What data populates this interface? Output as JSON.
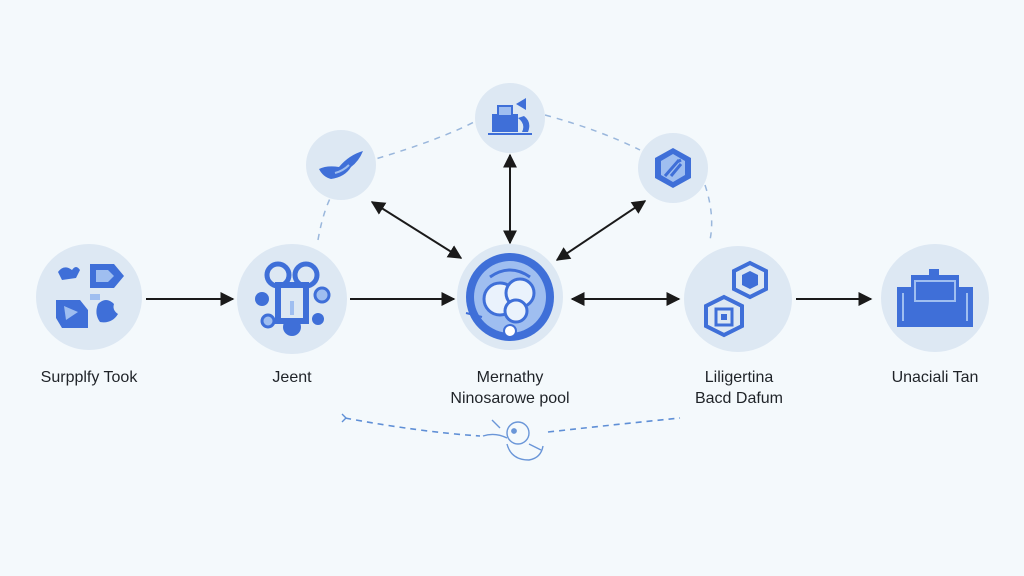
{
  "colors": {
    "background": "#f4f9fc",
    "node_fill": "#dde8f3",
    "icon_blue": "#3f6fd8",
    "icon_light": "#9fbef0",
    "arrow": "#1a1a1a",
    "dashed": "#9ab7dc"
  },
  "nodes": [
    {
      "id": "supplify-took",
      "icon": "puzzle-pieces-icon",
      "label_lines": [
        "Surpplfy Took"
      ]
    },
    {
      "id": "jeent",
      "icon": "gear-network-icon",
      "label_lines": [
        "Jeent"
      ]
    },
    {
      "id": "memathy",
      "icon": "globe-hub-icon",
      "label_lines": [
        "Mernathy",
        "Ninosarowe pool"
      ]
    },
    {
      "id": "liligertina",
      "icon": "hexagon-cubes-icon",
      "label_lines": [
        "Liligertina",
        "Bacd Dafum"
      ]
    },
    {
      "id": "unaciali-tan",
      "icon": "building-icon",
      "label_lines": [
        "Unaciali Tan"
      ]
    },
    {
      "id": "top-left",
      "icon": "tool-icon",
      "label_lines": []
    },
    {
      "id": "top-center",
      "icon": "gift-box-icon",
      "label_lines": []
    },
    {
      "id": "top-right",
      "icon": "shield-hexagon-icon",
      "label_lines": []
    }
  ]
}
